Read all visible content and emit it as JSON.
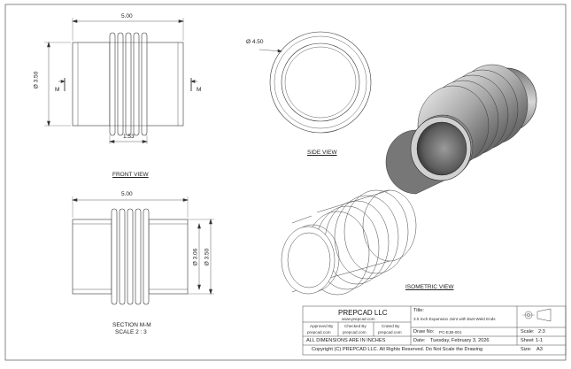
{
  "views": {
    "front_view": "FRONT VIEW",
    "side_view": "SIDE VIEW",
    "section_title": "SECTION M-M",
    "section_scale": "SCALE 2 : 3",
    "isometric_view": "ISOMETRIC VIEW"
  },
  "dimensions": {
    "front_length": "5.00",
    "front_dia": "Ø 3.50",
    "front_bellows": "1.53",
    "side_dia": "Ø 4.50",
    "section_length": "5.00",
    "section_id": "Ø 3.06",
    "section_od": "Ø 3.50",
    "section_marker": "M"
  },
  "title_block": {
    "company": "PREPCAD LLC",
    "website": "www.prepcad.com",
    "approved_by_label": "Approved By",
    "checked_by_label": "Checked By",
    "created_by_label": "Crated By",
    "approved_by": "prepcad.com",
    "checked_by": "prepcad.com",
    "created_by": "prepcad.com",
    "title_label": "Title:",
    "title": "3.5 Inch Expansion Joint with Butt-Weld Ends",
    "scale_label": "Scale:",
    "scale": "2:3",
    "draw_no_label": "Draw No:",
    "draw_no": "PC-EJB-001",
    "units_note": "ALL DIMENSIONS ARE IN INCHES",
    "date_label": "Date:",
    "date": "Tuesday, February 3, 2026",
    "sheet_label": "Sheet",
    "sheet": "1-1",
    "size_label": "Size:",
    "size": "A3",
    "copyright": "Copyright (C) PREPCAD LLC. All Rights Reserved. Do Not Scale the Drawing"
  }
}
